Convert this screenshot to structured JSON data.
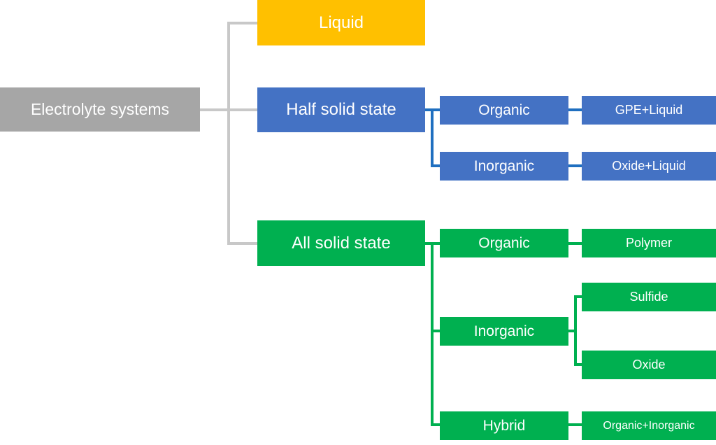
{
  "diagram": {
    "root": {
      "label": "Electrolyte systems",
      "color": "#a6a6a6"
    },
    "categories": [
      {
        "label": "Liquid",
        "color": "#ffc000"
      },
      {
        "label": "Half solid state",
        "color": "#4472c4",
        "children": [
          {
            "label": "Organic",
            "children": [
              {
                "label": "GPE+Liquid"
              }
            ]
          },
          {
            "label": "Inorganic",
            "children": [
              {
                "label": "Oxide+Liquid"
              }
            ]
          }
        ]
      },
      {
        "label": "All solid state",
        "color": "#00b050",
        "children": [
          {
            "label": "Organic",
            "children": [
              {
                "label": "Polymer"
              }
            ]
          },
          {
            "label": "Inorganic",
            "children": [
              {
                "label": "Sulfide"
              },
              {
                "label": "Oxide"
              }
            ]
          },
          {
            "label": "Hybrid",
            "children": [
              {
                "label": "Organic+Inorganic"
              }
            ]
          }
        ]
      }
    ],
    "connector_colors": {
      "root": "#c8c8c8",
      "half": "#1f6fc0",
      "all": "#00b050"
    }
  }
}
